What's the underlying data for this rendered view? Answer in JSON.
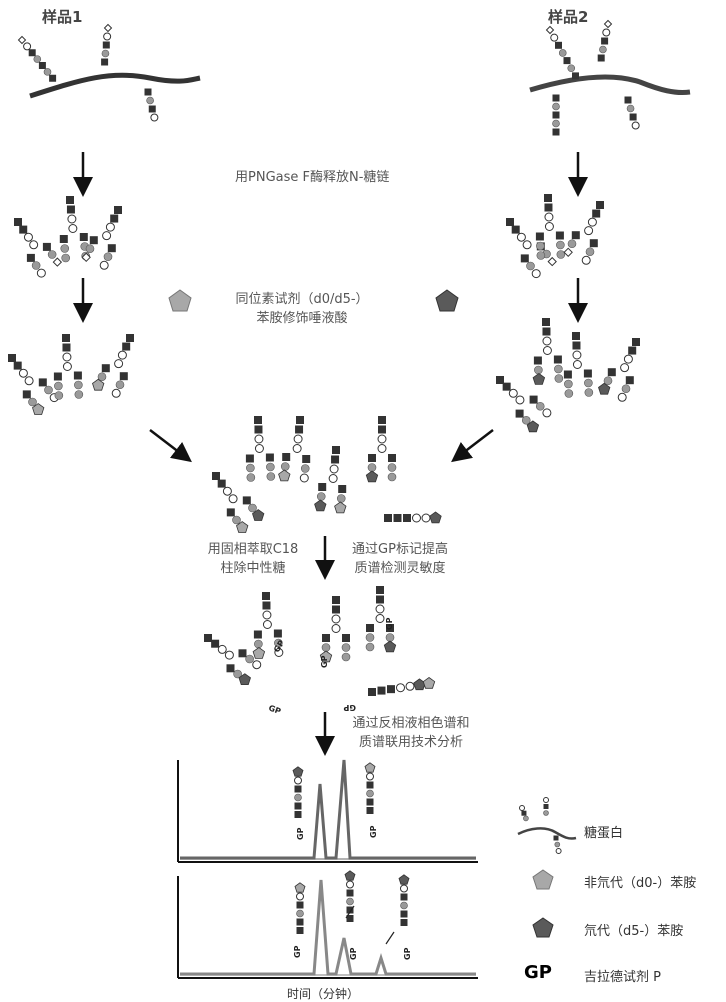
{
  "samples": {
    "sample1": "样品1",
    "sample2": "样品2"
  },
  "steps": {
    "release": "用PNGase F酶释放N-糖链",
    "isotope_line1": "同位素试剂（d0/d5-）",
    "isotope_line2": "苯胺修饰唾液酸",
    "spe_line1": "用固相萃取C18",
    "spe_line2": "柱除中性糖",
    "gp_line1": "通过GP标记提高",
    "gp_line2": "质谱检测灵敏度",
    "lc_line1": "通过反相液相色谱和",
    "lc_line2": "质谱联用技术分析"
  },
  "chart": {
    "xlabel": "时间（分钟）",
    "gp_tag": "GP"
  },
  "legend": {
    "glycoprotein": "糖蛋白",
    "light": "非氘代（d0-）苯胺",
    "heavy": "氘代（d5-）苯胺",
    "gp_symbol": "GP",
    "gp_reagent": "吉拉德试剂 P"
  },
  "colors": {
    "light_pentagon": "#a8a8a8",
    "heavy_pentagon": "#5a5a5a",
    "square": "#333333",
    "circle": "#9a9a9a"
  }
}
